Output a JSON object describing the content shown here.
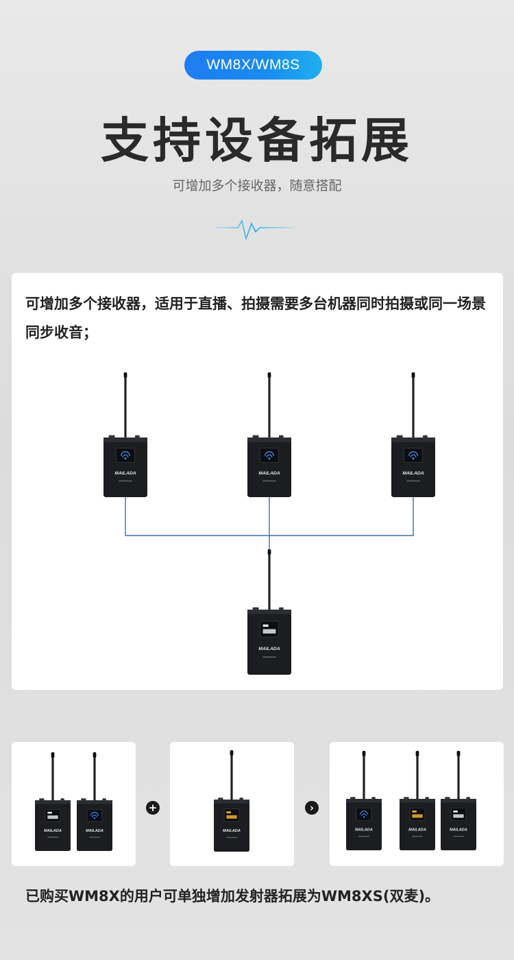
{
  "header": {
    "model_badge": "WM8X/WM8S",
    "title": "支持设备拓展",
    "subtitle": "可增加多个接收器，随意搭配"
  },
  "main_card": {
    "description": "可增加多个接收器，适用于直播、拍摄需要多台机器同时拍摄或同一场景同步收音；",
    "device_brand": "MAILADA"
  },
  "combo": {
    "plus_symbol": "+",
    "arrow_symbol": "›"
  },
  "bottom_text": "已购买WM8X的用户可单独增加发射器拓展为WM8XS(双麦)。",
  "colors": {
    "accent": "#1a8cf0",
    "wire": "#3a6fb0",
    "device_body": "#1b1d20"
  }
}
